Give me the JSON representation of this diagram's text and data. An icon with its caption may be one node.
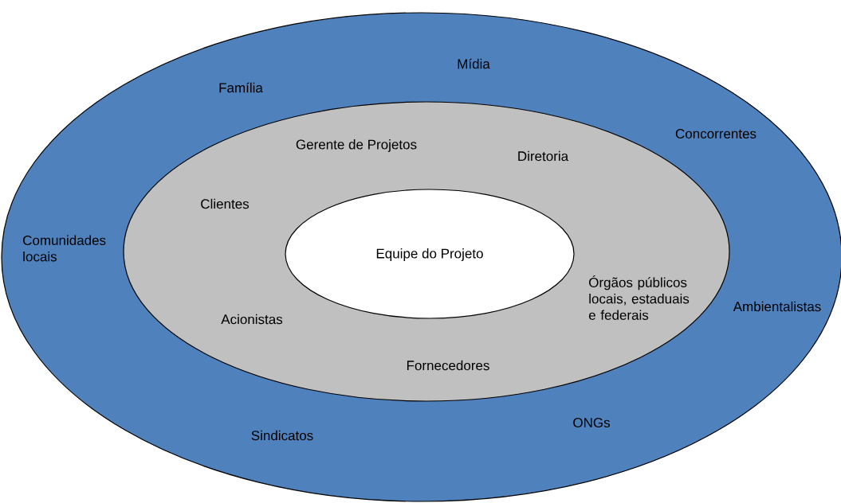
{
  "diagram": {
    "nodes": [
      {
        "text": [
          "Mídia",
          "Família",
          "Concorrentes",
          "Comunidades locais",
          "Ambientalistas",
          "ONGs",
          "Sindicatos"
        ]
      },
      {
        "text": [
          "Gerente de Projetos",
          "Diretoria",
          "Clientes",
          "Órgãos públicos locais, estaduais e federais",
          "Acionistas",
          "Fornecedores"
        ],
        "in": 0
      },
      {
        "text": [
          "Equipe do Projeto"
        ],
        "in": 1
      }
    ]
  }
}
